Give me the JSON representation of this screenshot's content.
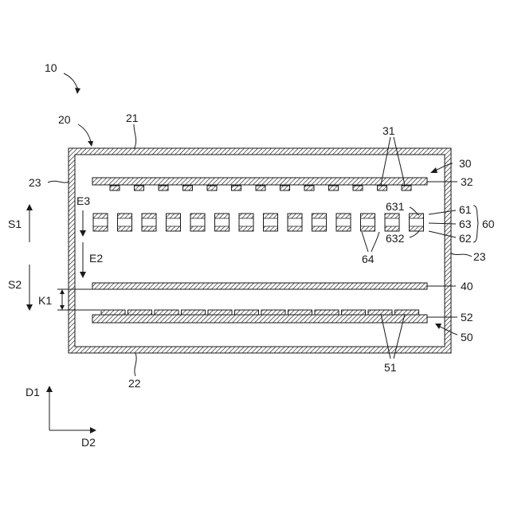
{
  "labels": {
    "device": "10",
    "housing": "20",
    "top_wall": "21",
    "bottom_wall": "22",
    "side_wall_left": "23",
    "side_wall_right": "23",
    "top_electrodes": "31",
    "top_assembly": "30",
    "top_plate": "32",
    "plate_mid": "40",
    "bottom_electrodes": "51",
    "bottom_plate": "52",
    "bottom_assembly": "50",
    "layer_631": "631",
    "layer_632": "632",
    "element_61": "61",
    "element_63": "63",
    "element_62": "62",
    "element_group": "60",
    "element_64": "64",
    "arrow_s1": "S1",
    "arrow_s2": "S2",
    "arrow_e3": "E3",
    "arrow_e2": "E2",
    "gap_k1": "K1",
    "axis_d1": "D1",
    "axis_d2": "D2"
  },
  "counts": {
    "top_electrodes": 13,
    "middle_elements": 14,
    "bottom_electrodes": 12
  }
}
